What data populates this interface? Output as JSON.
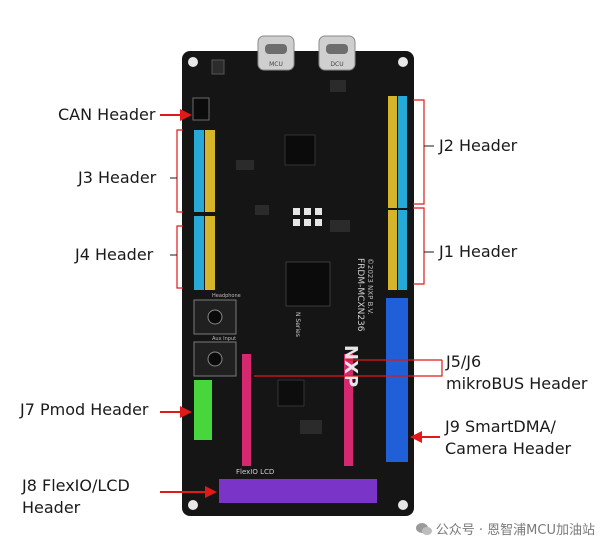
{
  "labels": {
    "can": "CAN Header",
    "j3": "J3 Header",
    "j4": "J4 Header",
    "j2": "J2 Header",
    "j1": "J1 Header",
    "j5j6_line1": "J5/J6",
    "j5j6_line2": "mikroBUS Header",
    "j7": "J7 Pmod Header",
    "j9_line1": "J9 SmartDMA/",
    "j9_line2": "Camera Header",
    "j8_line1": "J8 FlexIO/LCD",
    "j8_line2": "Header"
  },
  "board_silkscreen": {
    "usb_left": "MCU",
    "usb_right": "DCU",
    "logo": "NXP",
    "series": "N Series",
    "model": "FRDM-MCXN236",
    "copyright": "©2023 NXP B.V.",
    "flexio": "FlexIO LCD",
    "headphone": "Headphone",
    "aux": "Aux Input"
  },
  "watermark": "公众号 · 恩智浦MCU加油站",
  "colors": {
    "board": "#151515",
    "header_cyan": "#26a9d6",
    "header_yellow": "#d7b52a",
    "header_blue": "#1f5fd8",
    "header_magenta": "#d5286f",
    "header_green": "#47d63c",
    "header_purple": "#7a35c8",
    "arrow_red": "#e01919"
  }
}
